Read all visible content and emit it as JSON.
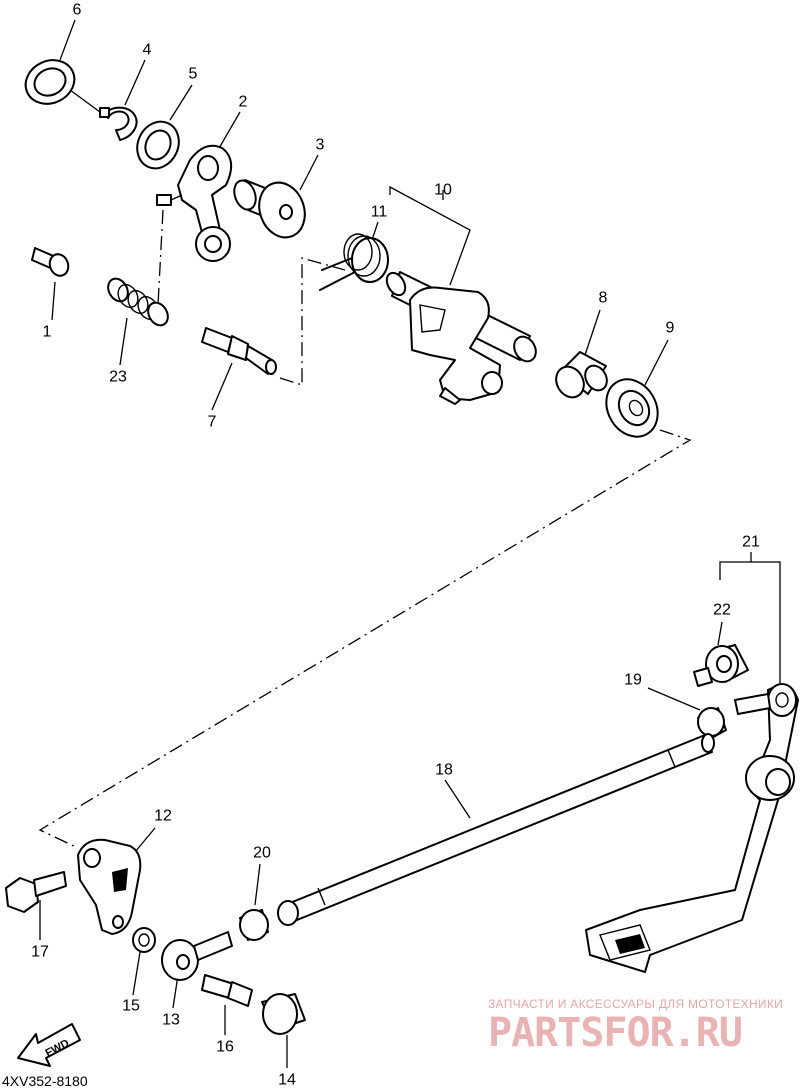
{
  "callouts": [
    {
      "id": "6",
      "label": "6"
    },
    {
      "id": "4",
      "label": "4"
    },
    {
      "id": "5",
      "label": "5"
    },
    {
      "id": "2",
      "label": "2"
    },
    {
      "id": "3",
      "label": "3"
    },
    {
      "id": "10",
      "label": "10"
    },
    {
      "id": "11",
      "label": "11"
    },
    {
      "id": "8",
      "label": "8"
    },
    {
      "id": "9",
      "label": "9"
    },
    {
      "id": "1",
      "label": "1"
    },
    {
      "id": "23",
      "label": "23"
    },
    {
      "id": "7",
      "label": "7"
    },
    {
      "id": "21",
      "label": "21"
    },
    {
      "id": "22",
      "label": "22"
    },
    {
      "id": "19",
      "label": "19"
    },
    {
      "id": "18",
      "label": "18"
    },
    {
      "id": "12",
      "label": "12"
    },
    {
      "id": "20",
      "label": "20"
    },
    {
      "id": "17",
      "label": "17"
    },
    {
      "id": "15",
      "label": "15"
    },
    {
      "id": "13",
      "label": "13"
    },
    {
      "id": "16",
      "label": "16"
    },
    {
      "id": "14",
      "label": "14"
    }
  ],
  "diagram_code": "4XV352-8180",
  "fwd_label": "FWD",
  "watermark": {
    "tagline": "ЗАПЧАСТИ И АКСЕССУАРЫ ДЛЯ МОТОТЕХНИКИ",
    "site": "PARTSFOR.RU"
  }
}
